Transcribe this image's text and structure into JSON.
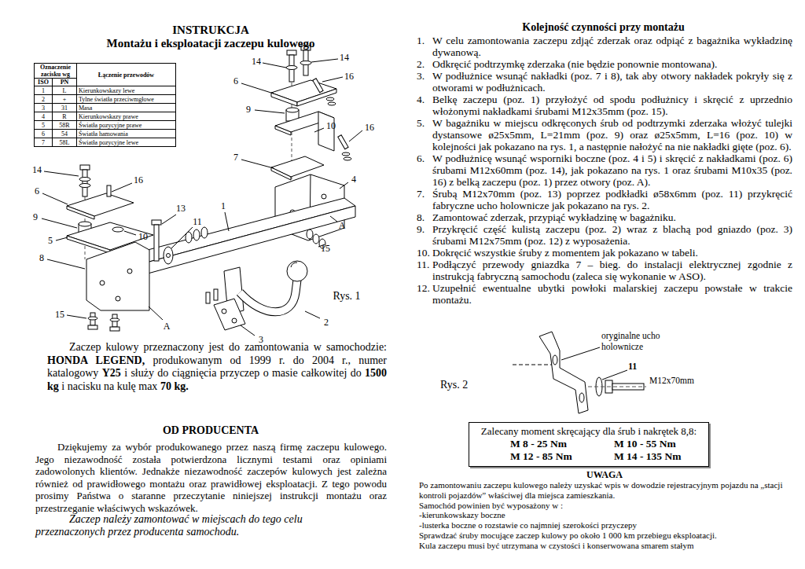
{
  "diagram": {
    "title": "INSTRUKCJA",
    "nodes": [
      {
        "text": [
          "Zalecany moment skręcający dla śrub i nakrętek 8,8:",
          "M 8 - 25 Nm",
          "M 10 - 55 Nm",
          "M 12 - 85 Nm",
          "M 14 - 135 Nm"
        ]
      }
    ],
    "labels": [
      "Montażu i eksploatacji zaczepu kulowego",
      "Oznaczenie zacisku wg",
      "Łączenie przewodów",
      "ISO",
      "PN",
      "1",
      "L",
      "Kierunkowskazy lewe",
      "2",
      "+",
      "Tylne światła przeciwmgłowe",
      "3",
      "31",
      "Masa",
      "4",
      "R",
      "Kierunkowskazy prawe",
      "5",
      "58R",
      "Światła pozycyjne prawe",
      "6",
      "54",
      "Światła hamowania",
      "7",
      "58L",
      "Światła pozycyjne lewe",
      "14",
      "14",
      "16",
      "6",
      "9",
      "10",
      "16",
      "7",
      "4",
      "1",
      "A",
      "14",
      "16",
      "6",
      "9",
      "13",
      "11",
      "5",
      "10",
      "15",
      "8",
      "Rys. 1",
      "15",
      "A",
      "2",
      "3",
      "Zaczep kulowy przeznaczony jest do zamontowania w samochodzie:",
      "HONDA LEGEND,",
      "produkowanym od 1999 r. do 2004 r., numer katalogowy",
      "Y25",
      "i służy do ciągnięcia przyczep o masie całkowitej do",
      "1500 kg",
      "i nacisku na kulę max",
      "70 kg.",
      "OD PRODUCENTA",
      "Dziękujemy za wybór produkowanego przez naszą firmę zaczepu kulowego. Jego niezawodność została potwierdzona licznymi testami oraz opiniami zadowolonych klientów. Jednakże niezawodność zaczepów kulowych jest zależna również od prawidłowego montażu oraz prawidłowej eksploatacji. Z tego powodu prosimy Państwa o staranne przeczytanie niniejszej instrukcji montażu oraz przestrzeganie właściwych wskazówek.",
      "Zaczep należy zamontować w miejscach do tego celu przeznaczonych przez producenta samochodu.",
      "Kolejność czynności przy montażu",
      "1.",
      "W celu zamontowania zaczepu zdjąć zderzak oraz odpiąć z bagażnika wykładzinę dywanową.",
      "2.",
      "Odkręcić podtrzymkę zderzaka (nie będzie ponownie montowana).",
      "3.",
      "W podłużnice wsunąć nakładki (poz. 7 i 8), tak aby otwory nakładek pokryły się z otworami w podłużnicach.",
      "4.",
      "Belkę zaczepu (poz. 1) przyłożyć od spodu podłużnicy i skręcić z uprzednio włożonymi nakładkami śrubami M12x35mm (poz. 15).",
      "5.",
      "W bagażniku w miejscu odkręconych śrub od podtrzymki zderzaka włożyć tulejki dystansowe ø25x5mm, L=21mm (poz. 9) oraz ø25x5mm, L=16 (poz. 10) w kolejności jak pokazano na rys. 1, a następnie nałożyć na nie nakładki gięte (poz. 6).",
      "6.",
      "W podłużnicę wsunąć wsporniki boczne (poz. 4 i 5) i skręcić z nakładkami (poz. 6) śrubami M12x60mm (poz. 14), jak pokazano na rys. 1 oraz śrubami M10x35 (poz. 16) z belką zaczepu (poz. 1) przez otwory (poz. A).",
      "7.",
      "Śrubą M12x70mm (poz. 13) poprzez podkładki ø58x6mm (poz. 11) przykręcić fabryczne ucho holownicze jak pokazano na rys. 2.",
      "8.",
      "Zamontować zderzak, przypiąć wykładzinę w bagażniku.",
      "9.",
      "Przykręcić część kulistą zaczepu (poz. 2) wraz z blachą pod gniazdo (poz. 3) śrubami M12x75mm (poz. 12) z wyposażenia.",
      "10.",
      "Dokręcić wszystkie śruby z momentem jak pokazano w tabeli.",
      "11.",
      "Podłączyć przewody gniazdka 7 – bieg. do instalacji elektrycznej zgodnie z instrukcją fabryczną samochodu (zaleca się wykonanie w ASO).",
      "12.",
      "Uzupełnić ewentualne ubytki powłoki malarskiej zaczepu powstałe w trakcie montażu.",
      "oryginalne ucho holownicze",
      "11",
      "M12x70mm",
      "Rys. 2",
      "UWAGA",
      "Po zamontowaniu zaczepu kulowego należy uzyskać wpis w dowodzie rejestracyjnym pojazdu na „stacji kontroli pojazdów” właściwej dla miejsca zamieszkania.",
      "Samochód powinien być wyposażony w :",
      "-kierunkowskazy boczne",
      "-lusterka boczne o rozstawie co najmniej szerokości przyczepy",
      "Sprawdzać śruby mocujące zaczep kulowy po około 1 000 km przebiegu eksploatacji.",
      "Kula zaczepu musi być utrzymana w czystości i konserwowana smarem stałym"
    ]
  }
}
